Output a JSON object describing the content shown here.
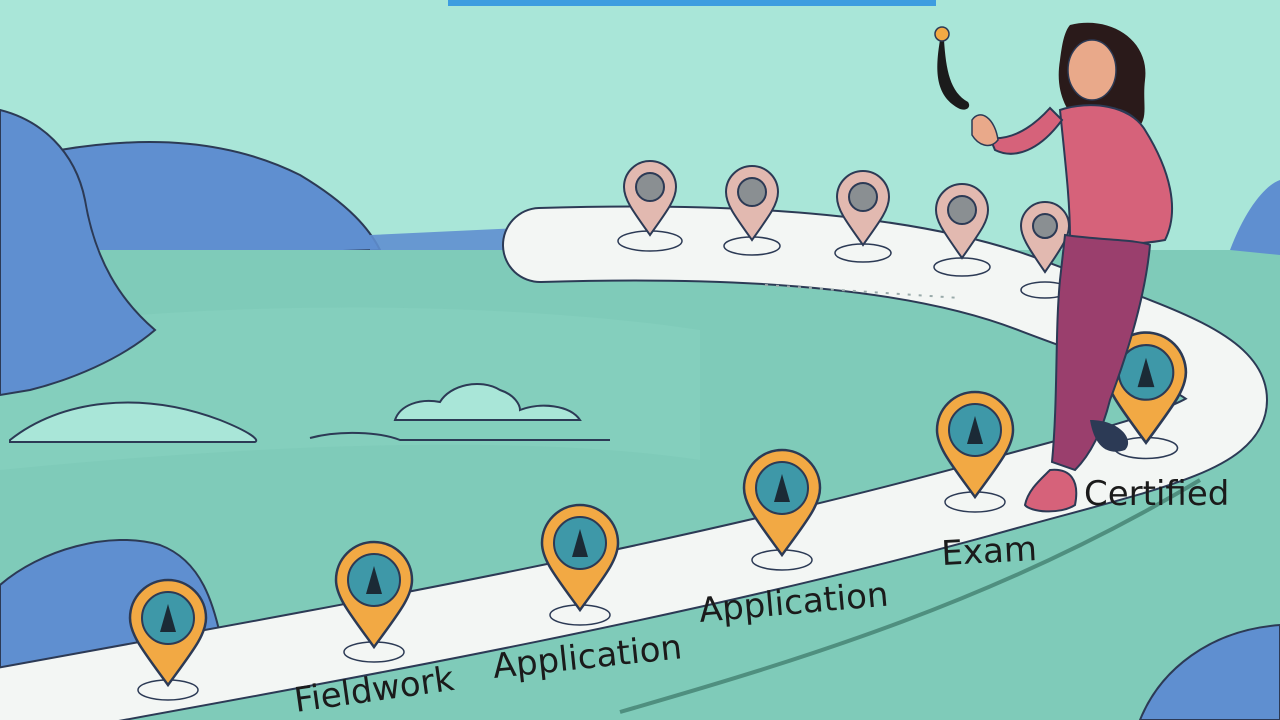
{
  "colors": {
    "sky": "#a9e6d8",
    "water": "#7fcbb9",
    "hills": "#5f8fd0",
    "path": "#f3f6f4",
    "pin_active": "#f2a944",
    "pin_faded": "#e2b9b0",
    "person_shirt": "#d6627a",
    "person_pants": "#9a3f6d",
    "progress_bar": "#3d9de0"
  },
  "milestones": [
    {
      "label": "",
      "icon": "lamp-icon"
    },
    {
      "label": "Fieldwork",
      "icon": "worker-icon"
    },
    {
      "label": "Application",
      "icon": "figure-icon"
    },
    {
      "label": "Application",
      "icon": "document-icon"
    },
    {
      "label": "Exam",
      "icon": "desk-icon"
    },
    {
      "label": "Certified",
      "icon": "badge-icon"
    }
  ],
  "upcoming_markers": 5
}
